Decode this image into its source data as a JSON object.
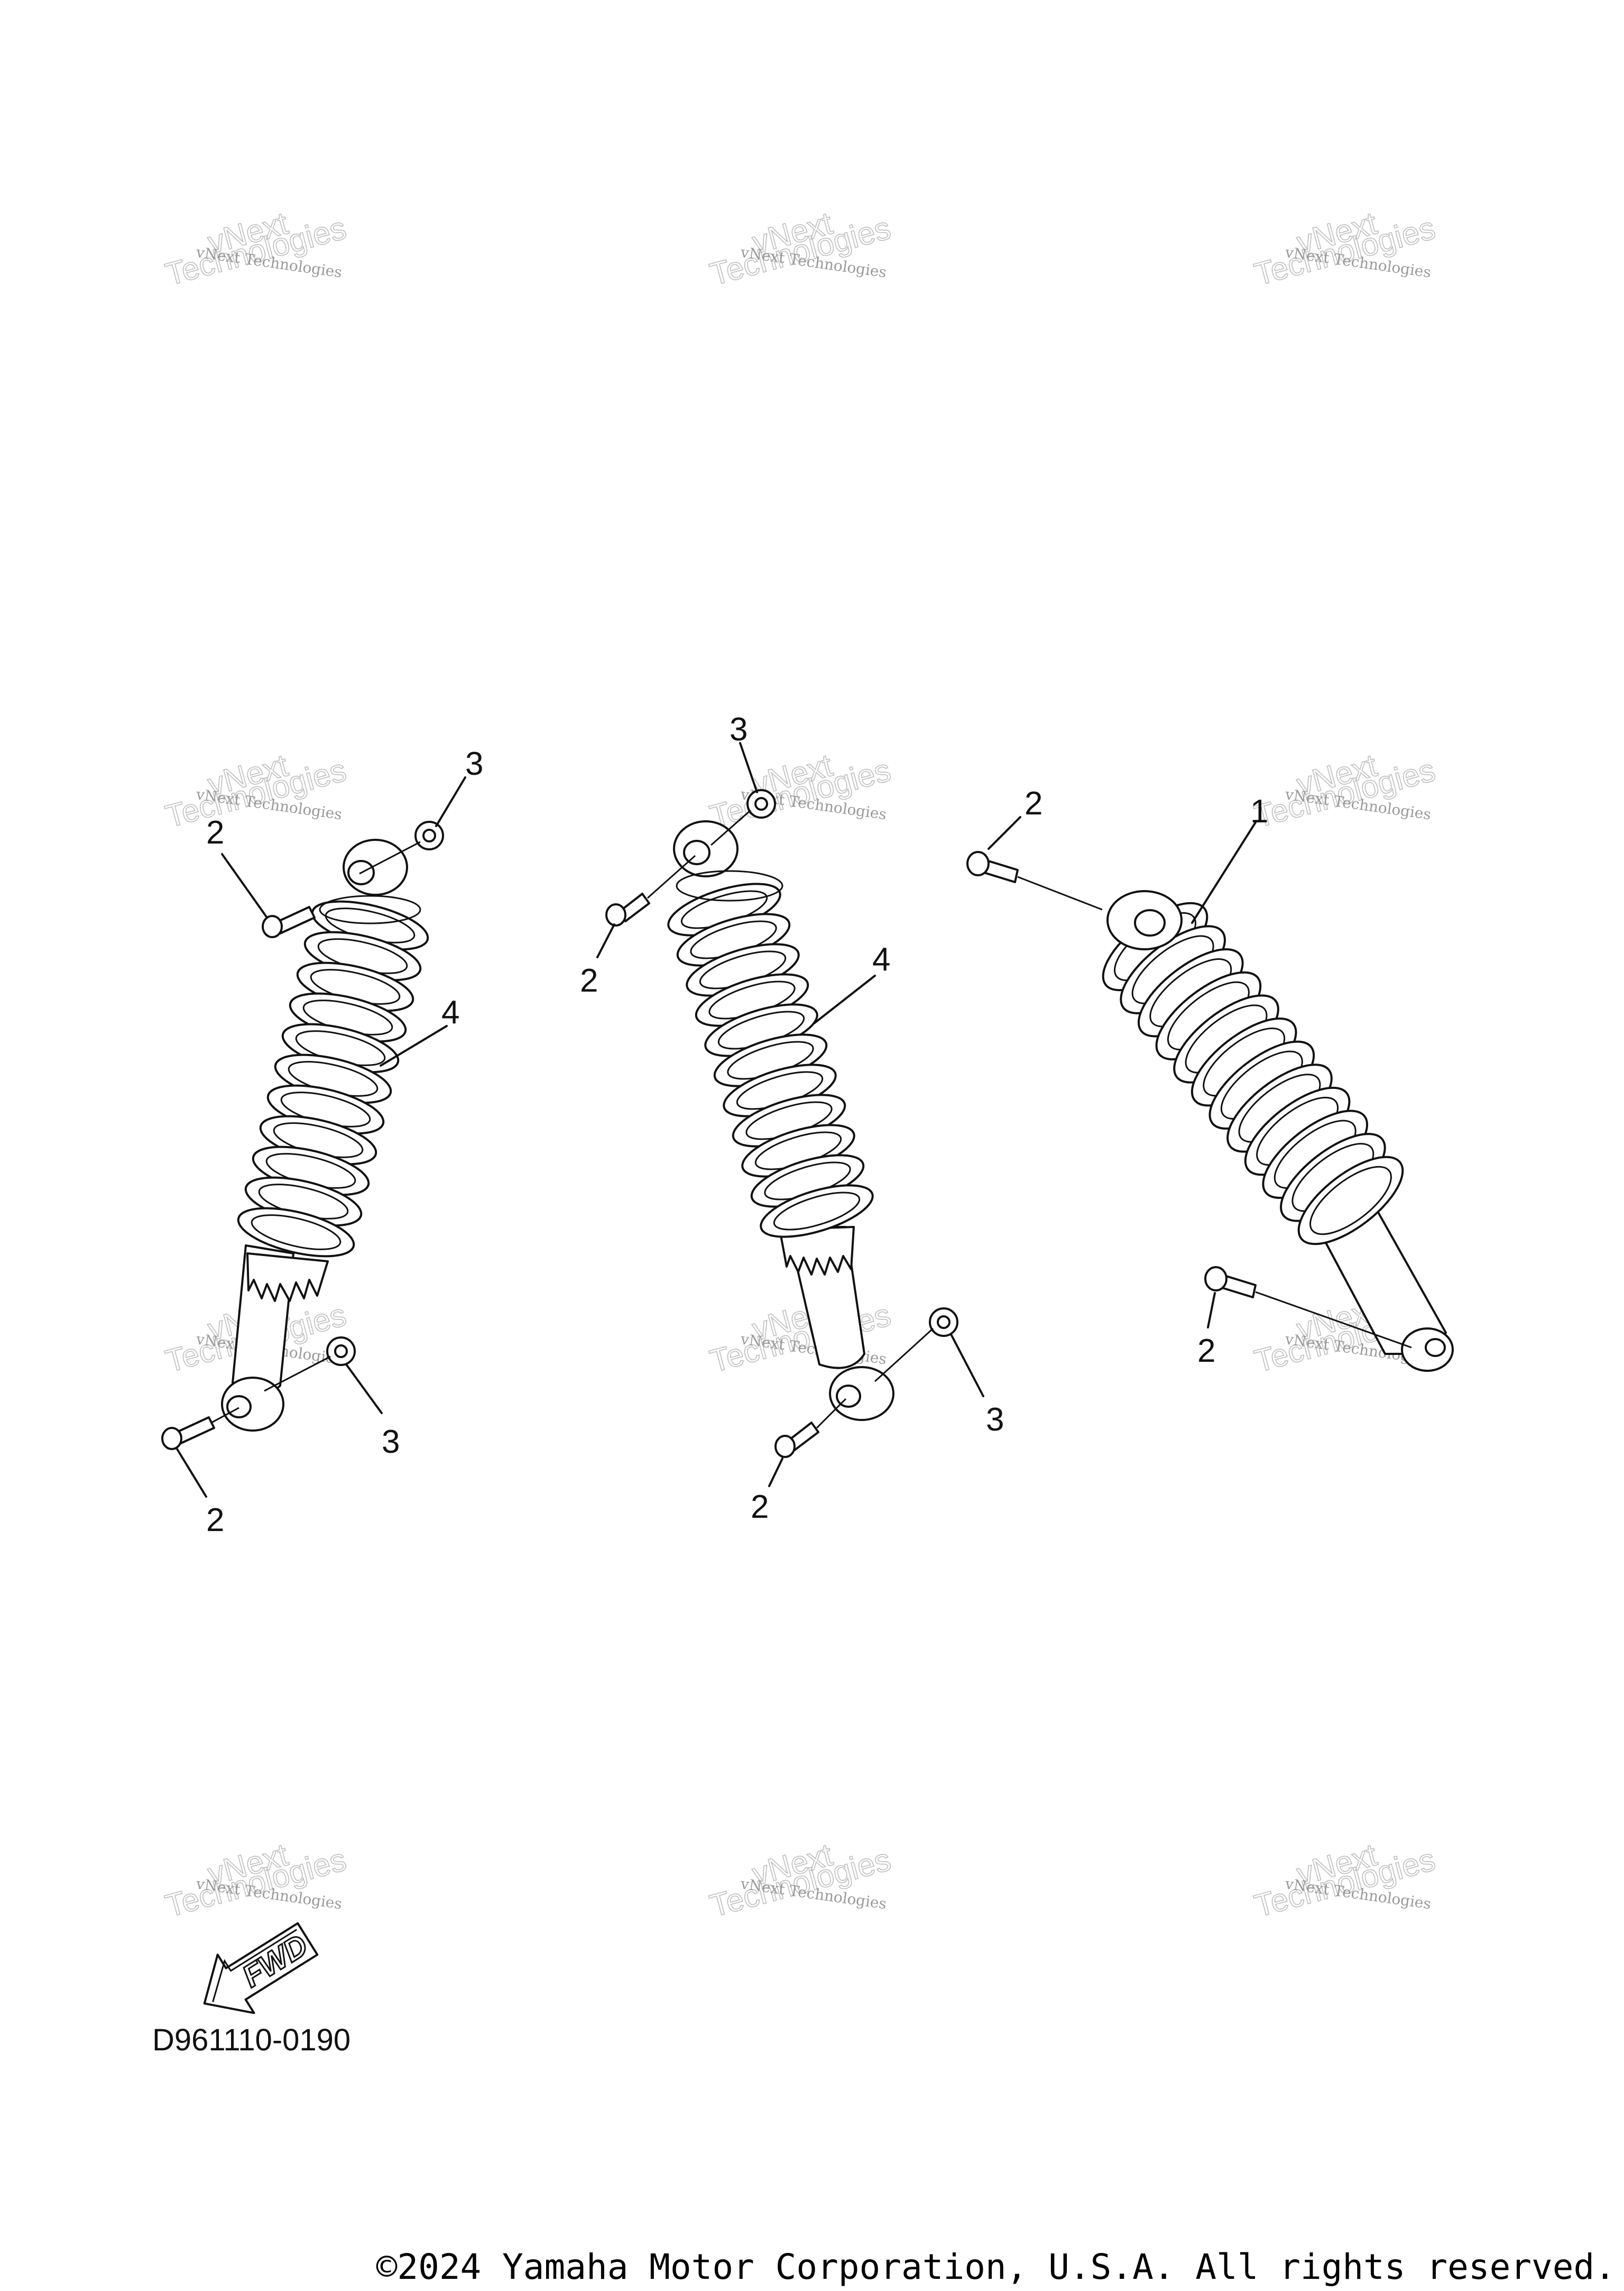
{
  "diagram": {
    "drawing_id": "D961110-0190",
    "copyright": "©2024 Yamaha Motor Corporation, U.S.A. All rights reserved.",
    "fwd_label": "FWD",
    "watermark": {
      "line1": "vNext Technologies",
      "line2": "vNext",
      "line3": "Technologies"
    },
    "callouts": {
      "left_shock": {
        "top_washer": "3",
        "top_bolt": "2",
        "spring": "4",
        "bottom_washer": "3",
        "bottom_bolt": "2"
      },
      "center_shock": {
        "top_washer": "3",
        "top_bolt": "2",
        "spring": "4",
        "bottom_washer": "3",
        "bottom_bolt": "2"
      },
      "right_shock": {
        "assembly": "1",
        "top_bolt": "2",
        "bottom_bolt": "2"
      }
    }
  }
}
